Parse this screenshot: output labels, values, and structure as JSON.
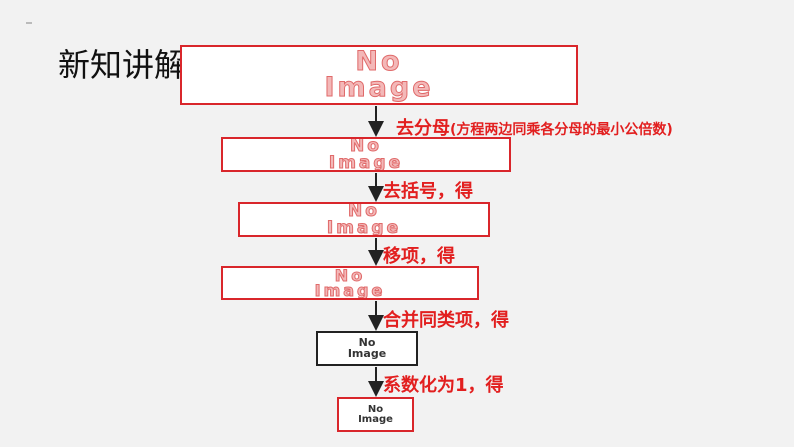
{
  "slide": {
    "title": "新知讲解"
  },
  "placeholder": {
    "line1": "No",
    "line2": "Image"
  },
  "steps": [
    {
      "label": "去分母",
      "note": "(方程两边同乘各分母的最小公倍数)"
    },
    {
      "label": "去括号，得"
    },
    {
      "label": "移项，得"
    },
    {
      "label": "合并同类项，得"
    },
    {
      "label": "系数化为1，得"
    }
  ],
  "colors": {
    "accent": "#e21f1f",
    "box_border": "#d9262b",
    "arrow": "#222222",
    "background": "#f2f2f2"
  }
}
